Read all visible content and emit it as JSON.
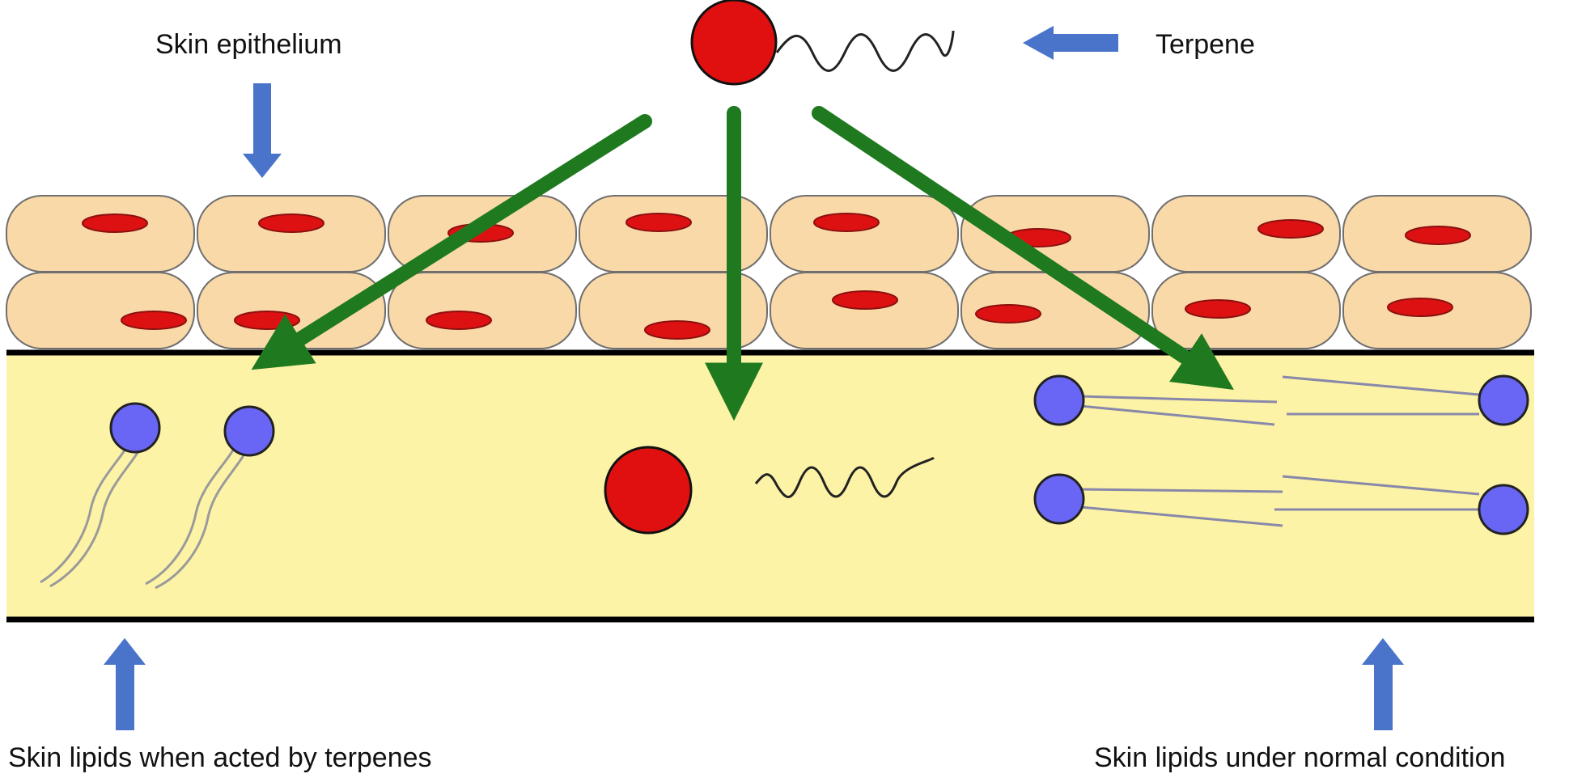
{
  "labels": {
    "skin_epithelium": "Skin epithelium",
    "terpene": "Terpene",
    "lipids_acted": "Skin lipids when acted by terpenes",
    "lipids_normal": "Skin lipids under normal condition"
  },
  "colors": {
    "cell_fill": "#fad9a8",
    "cell_stroke": "#6f6f6f",
    "nucleus": "#dd1111",
    "lipid_layer": "#fdf3a6",
    "lipid_head": "#6a66f5",
    "terpene_head": "#e01010",
    "pointer_arrow": "#4a74c9",
    "penetration_arrow": "#1f7a1f",
    "boundary_line": "#000000"
  },
  "icons": {
    "terpene_molecule": "terpene-molecule-icon",
    "lipid_molecule": "lipid-molecule-icon",
    "pointer": "blue-arrow-icon",
    "penetration": "green-arrow-icon"
  }
}
